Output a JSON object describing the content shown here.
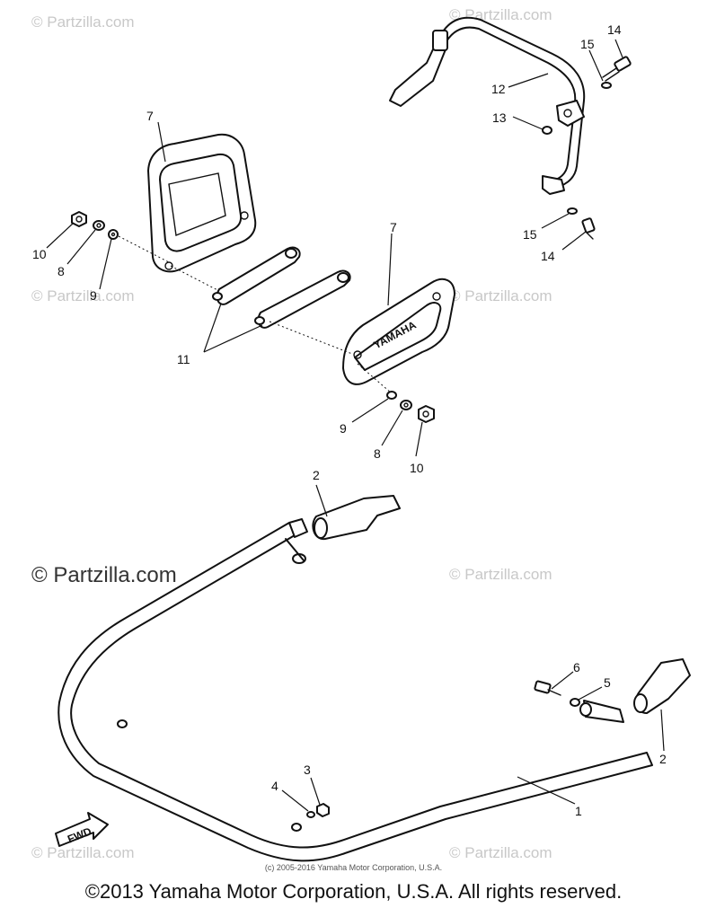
{
  "watermarks": {
    "faint": "© Partzilla.com",
    "prominent": "© Partzilla.com"
  },
  "callouts": {
    "c1": "1",
    "c2a": "2",
    "c2b": "2",
    "c3": "3",
    "c4": "4",
    "c5": "5",
    "c6": "6",
    "c7a": "7",
    "c7b": "7",
    "c8a": "8",
    "c8b": "8",
    "c9a": "9",
    "c9b": "9",
    "c10a": "10",
    "c10b": "10",
    "c11": "11",
    "c12": "12",
    "c13": "13",
    "c14a": "14",
    "c14b": "14",
    "c15a": "15",
    "c15b": "15"
  },
  "fwd_label": "FWD",
  "plate_text": "YAMAHA",
  "copyright_small": "(c) 2005-2016 Yamaha Motor Corporation, U.S.A.",
  "copyright_main": "©2013 Yamaha Motor Corporation, U.S.A. All rights reserved."
}
